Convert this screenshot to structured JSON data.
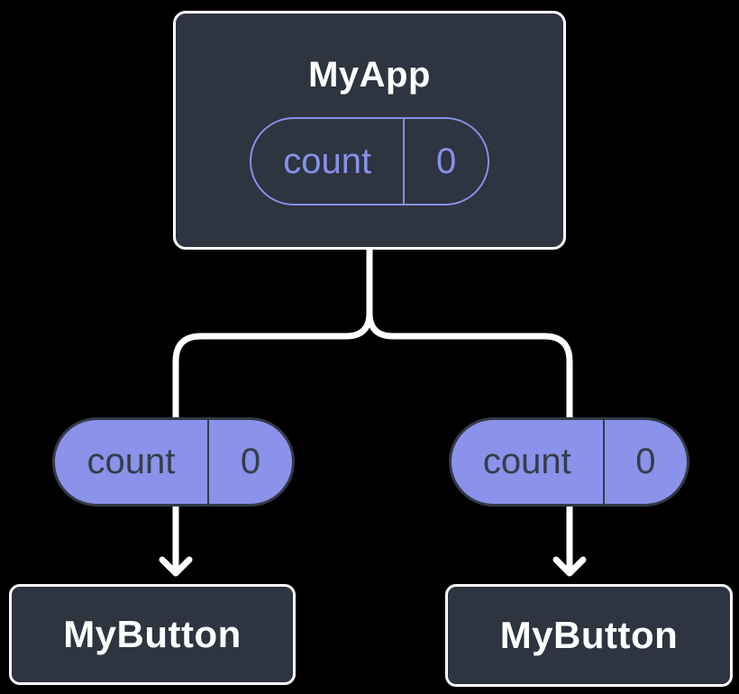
{
  "diagram": {
    "description": "Component tree diagram: parent component holding state, passing a prop down to two child components",
    "colors": {
      "background": "#000000",
      "node_fill": "#2e3440",
      "node_border": "#ffffff",
      "node_text": "#ffffff",
      "pill_fill": "#8a92ea",
      "pill_outline_dark": "#333a46",
      "pill_text_dark": "#363d48",
      "pill_outline_purple": "#8691e8",
      "connector": "#ffffff"
    },
    "root": {
      "title": "MyApp",
      "state": {
        "name": "count",
        "value": "0"
      }
    },
    "children": [
      {
        "prop": {
          "name": "count",
          "value": "0"
        },
        "label": "MyButton"
      },
      {
        "prop": {
          "name": "count",
          "value": "0"
        },
        "label": "MyButton"
      }
    ]
  }
}
